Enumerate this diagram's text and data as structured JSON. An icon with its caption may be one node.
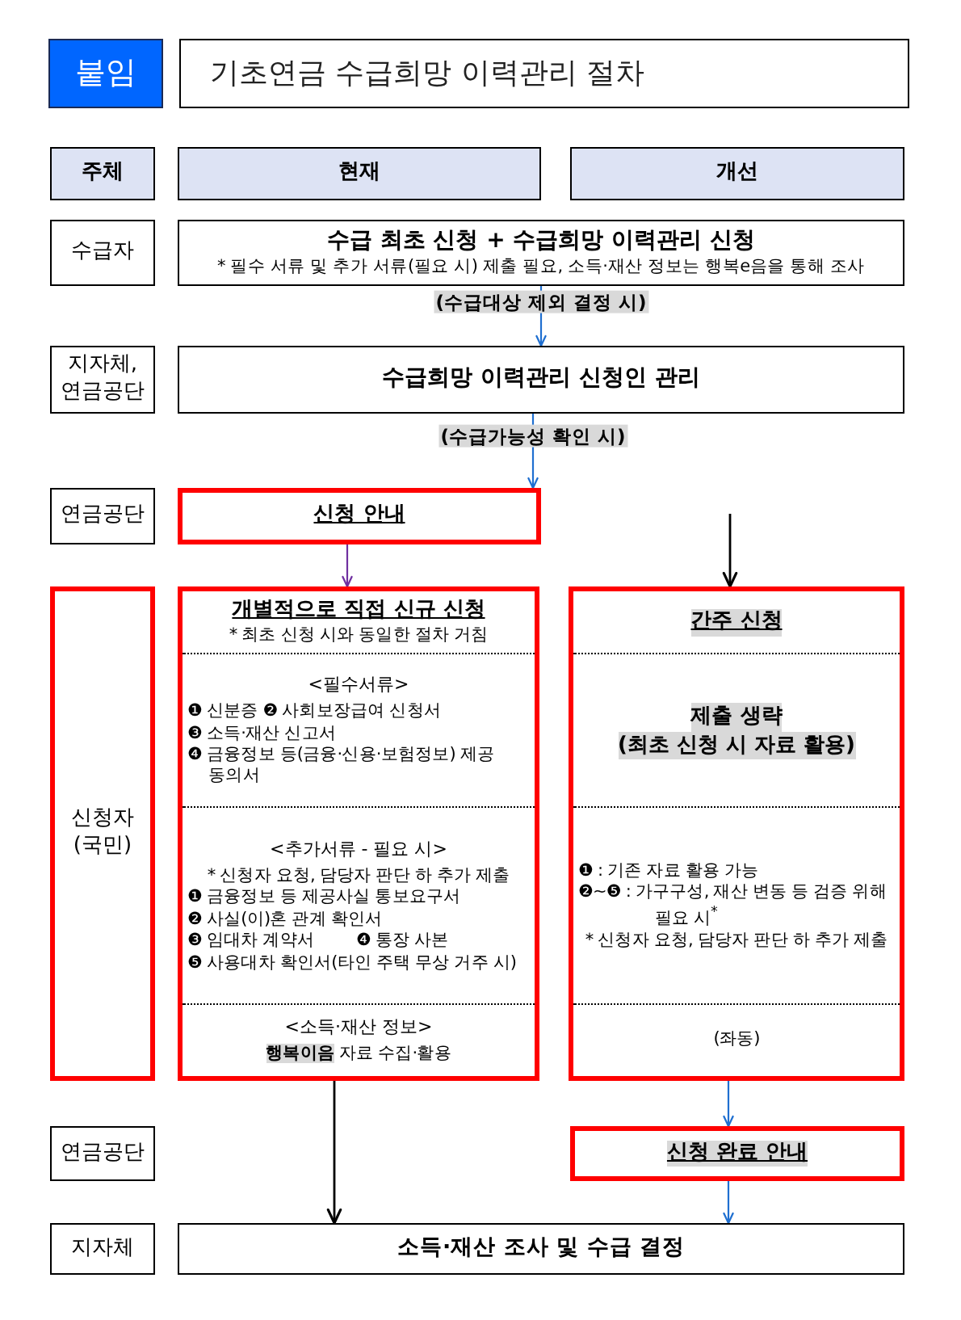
{
  "diagram": {
    "nodes": [
      {
        "text": [
          "붙임"
        ]
      },
      {
        "text": [
          "기초연금 수급희망 이력관리 절차"
        ]
      },
      {
        "text": [
          "주체"
        ]
      },
      {
        "text": [
          "현재"
        ]
      },
      {
        "text": [
          "개선"
        ]
      },
      {
        "text": [
          "수급자"
        ]
      },
      {
        "text": [
          "수급 최초 신청 + 수급희망 이력관리 신청",
          "* 필수 서류 및 추가 서류(필요 시) 제출 필요, 소득·재산 정보는 행복e음을 통해 조사"
        ]
      },
      {
        "text": [
          "지자체, 연금공단"
        ]
      },
      {
        "text": [
          "수급희망 이력관리 신청인 관리"
        ]
      },
      {
        "text": [
          "연금공단"
        ]
      },
      {
        "text": [
          "신청 안내"
        ]
      },
      {
        "text": [
          "신청자 (국민)"
        ]
      },
      {
        "text": [
          "개별적으로 직접 신규 신청",
          "* 최초 신청 시와 동일한 절차 거침",
          "<필수서류>",
          "❶ 신분증 ❷ 사회보장급여 신청서",
          "❸ 소득·재산 신고서",
          "❹ 금융정보 등(금융·신용·보험정보) 제공 동의서",
          "<추가서류 - 필요 시>",
          "* 신청자 요청, 담당자 판단 하 추가 제출",
          "❶ 금융정보 등 제공사실 통보요구서",
          "❷ 사실(이)혼 관계 확인서",
          "❸ 임대차 계약서",
          "❹ 통장 사본",
          "❺ 사용대차 확인서(타인 주택 무상 거주 시)",
          "<소득·재산 정보>",
          "**행복이음** 자료 수집·활용"
        ]
      },
      {
        "text": [
          "간주 신청",
          "제출 생략",
          "(최초 신청 시 자료 활용)",
          "❶ : 기존 자료 활용 가능",
          "❷~❺ : 가구구성, 재산 변동 등 검증 위해 필요 시$^{*}$",
          "* 신청자 요청, 담당자 판단 하 추가 제출",
          "(좌동)"
        ]
      },
      {
        "text": [
          "연금공단"
        ]
      },
      {
        "text": [
          "신청 완료 안내"
        ]
      },
      {
        "text": [
          "지자체"
        ]
      },
      {
        "text": [
          "소득·재산 조사 및 수급 결정"
        ]
      }
    ],
    "edges": [
      {
        "from": 6,
        "to": 8,
        "arrow": "to",
        "label": "(수급대상 제외 결정 시)"
      },
      {
        "from": 8,
        "to": 10,
        "arrow": "to",
        "label": "(수급가능성 확인 시)"
      },
      {
        "from": null,
        "to": 13,
        "arrow": "to",
        "color": "#000000"
      },
      {
        "from": 10,
        "to": 12,
        "arrow": "to",
        "color": "#7030a0"
      },
      {
        "from": 13,
        "to": 15,
        "arrow": "to"
      },
      {
        "from": 12,
        "to": 17,
        "arrow": "to",
        "color": "#000000"
      },
      {
        "from": 15,
        "to": 17,
        "arrow": "to"
      }
    ]
  }
}
